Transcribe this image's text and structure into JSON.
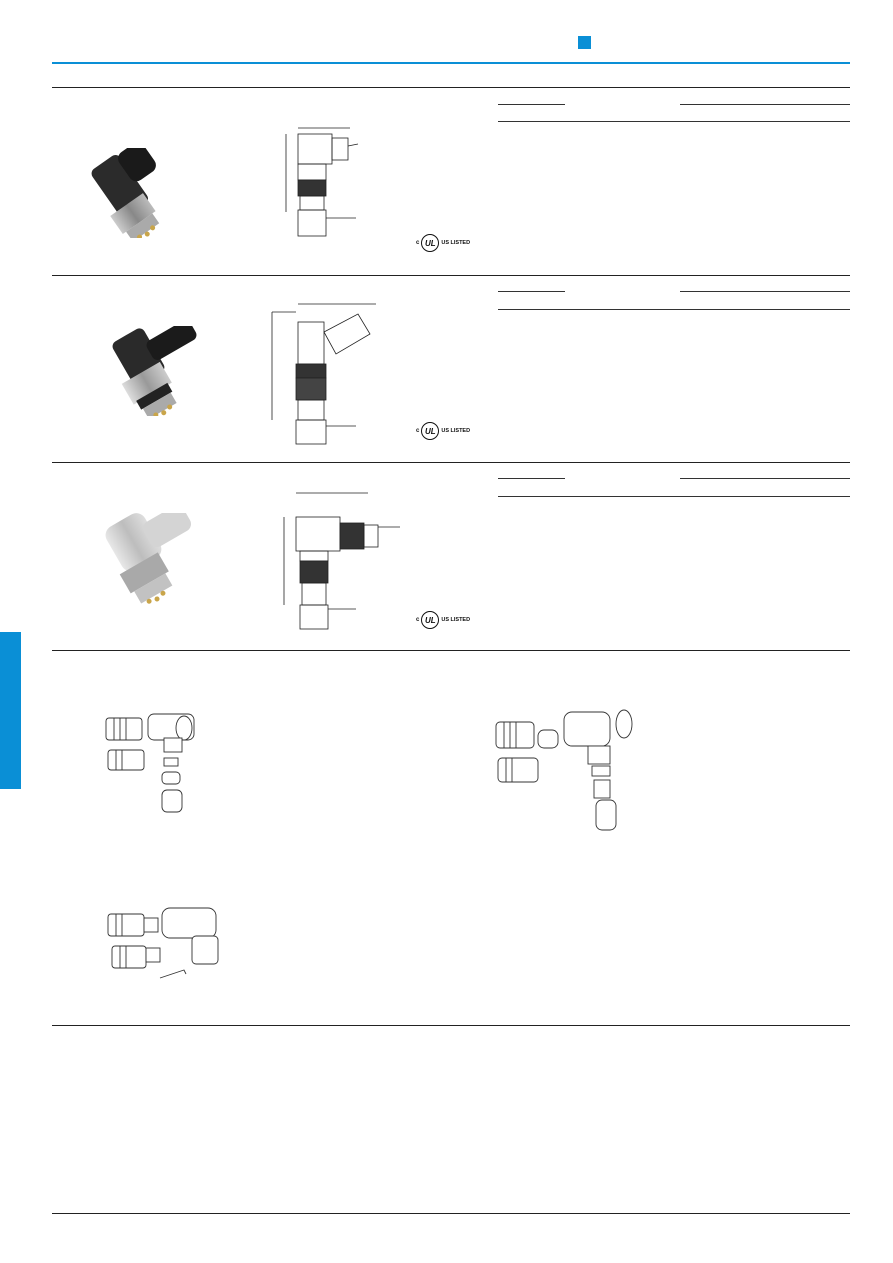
{
  "colors": {
    "accent": "#0a8fd6",
    "rule": "#222222"
  },
  "products": [
    {
      "id": "variant-1",
      "photo_icon": "angled-connector-black-photo",
      "drawing_icon": "angled-connector-drawing",
      "cert": {
        "c": "c",
        "ul": "UL",
        "us_listed": "US LISTED"
      }
    },
    {
      "id": "variant-2",
      "photo_icon": "angled-connector-black-45-photo",
      "drawing_icon": "angled-connector-45-drawing",
      "cert": {
        "c": "c",
        "ul": "UL",
        "us_listed": "US LISTED"
      }
    },
    {
      "id": "variant-3",
      "photo_icon": "angled-connector-metal-photo",
      "drawing_icon": "angled-connector-metal-drawing",
      "cert": {
        "c": "c",
        "ul": "UL",
        "us_listed": "US LISTED"
      }
    }
  ],
  "assemblies": [
    {
      "id": "assembly-1",
      "icon": "exploded-assembly-icon"
    },
    {
      "id": "assembly-2",
      "icon": "exploded-assembly-long-icon"
    },
    {
      "id": "assembly-3",
      "icon": "exploded-assembly-tool-icon"
    }
  ]
}
